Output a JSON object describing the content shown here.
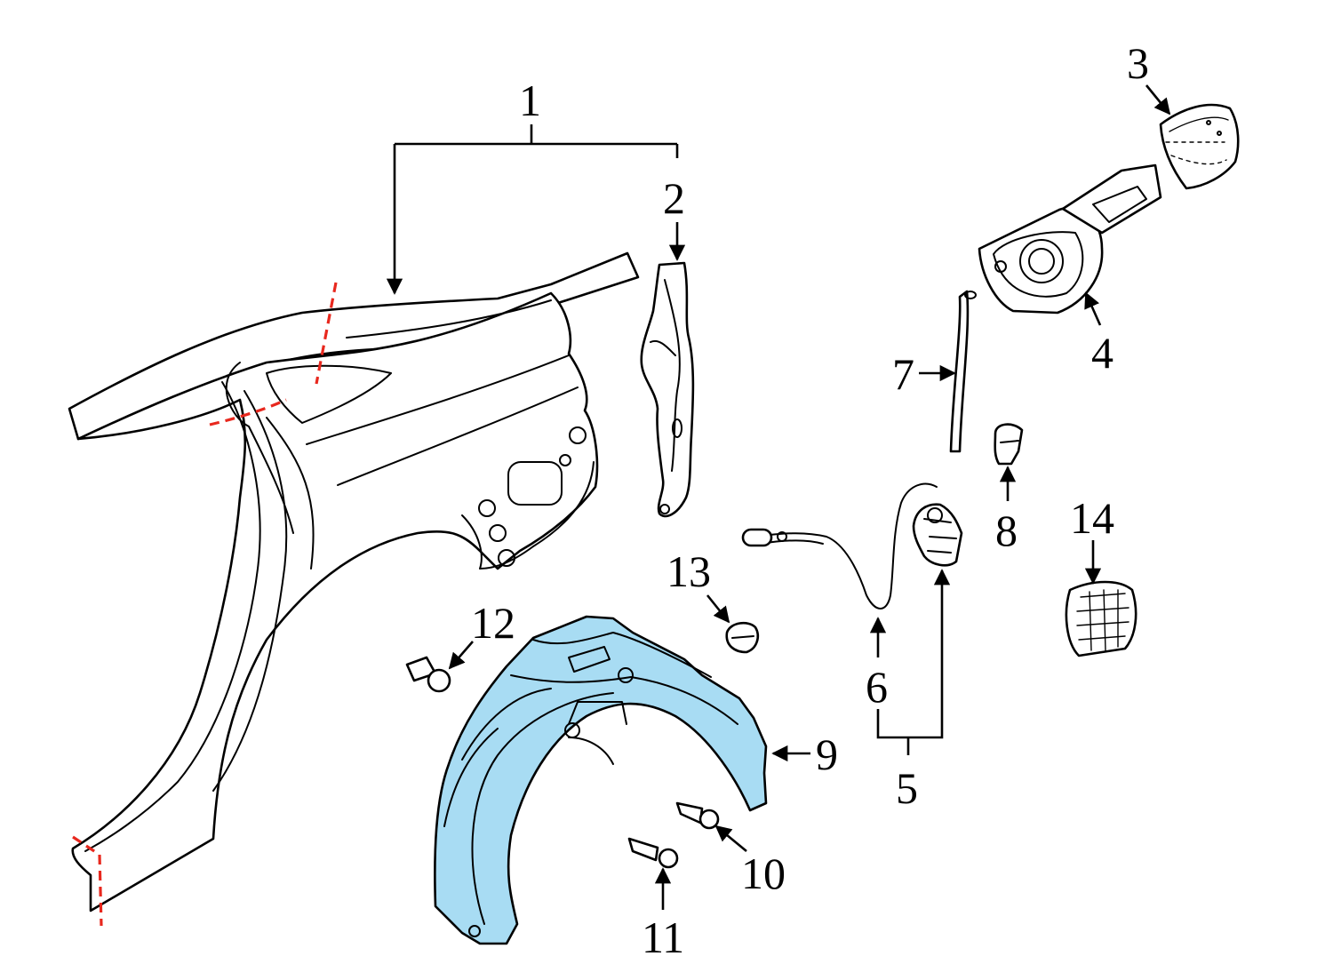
{
  "diagram": {
    "highlight_color": "#a8dcf3",
    "cut_line_color": "#e8281e",
    "line_color": "#000000",
    "callouts": [
      {
        "id": "1",
        "label": "1"
      },
      {
        "id": "2",
        "label": "2"
      },
      {
        "id": "3",
        "label": "3"
      },
      {
        "id": "4",
        "label": "4"
      },
      {
        "id": "5",
        "label": "5"
      },
      {
        "id": "6",
        "label": "6"
      },
      {
        "id": "7",
        "label": "7"
      },
      {
        "id": "8",
        "label": "8"
      },
      {
        "id": "9",
        "label": "9"
      },
      {
        "id": "10",
        "label": "10"
      },
      {
        "id": "11",
        "label": "11"
      },
      {
        "id": "12",
        "label": "12"
      },
      {
        "id": "13",
        "label": "13"
      },
      {
        "id": "14",
        "label": "14"
      }
    ]
  }
}
